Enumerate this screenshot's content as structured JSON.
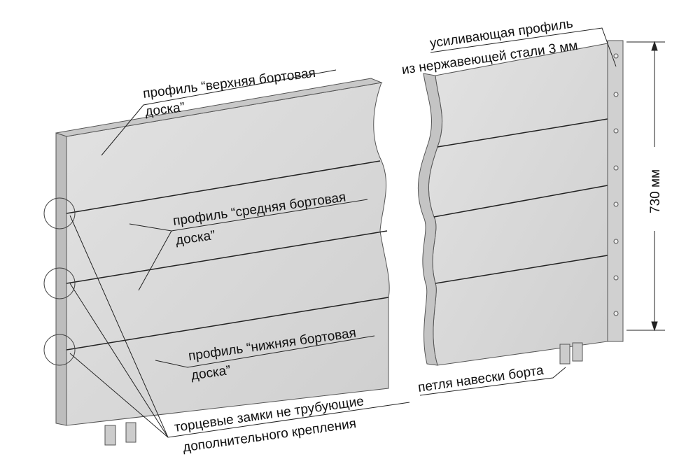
{
  "labels": {
    "top_board": {
      "line1": "профиль “верхняя бортовая",
      "line2": "доска”"
    },
    "middle_board": {
      "line1": "профиль “средняя бортовая",
      "line2": "доска”"
    },
    "bottom_board": {
      "line1": "профиль “нижняя бортовая",
      "line2": "доска”"
    },
    "end_locks": {
      "line1": "торцевые замки не трубующие",
      "line2": "дополнительного крепления"
    },
    "reinforcing_profile": {
      "line1": "усиливающая профиль",
      "line2": "из нержавеющей стали 3 мм"
    },
    "hinge": {
      "line1": "петля навески борта"
    },
    "dimension": "730 мм"
  },
  "colors": {
    "panel": "#d9d9d9",
    "edge": "#b5b5b5",
    "line": "#222222"
  }
}
